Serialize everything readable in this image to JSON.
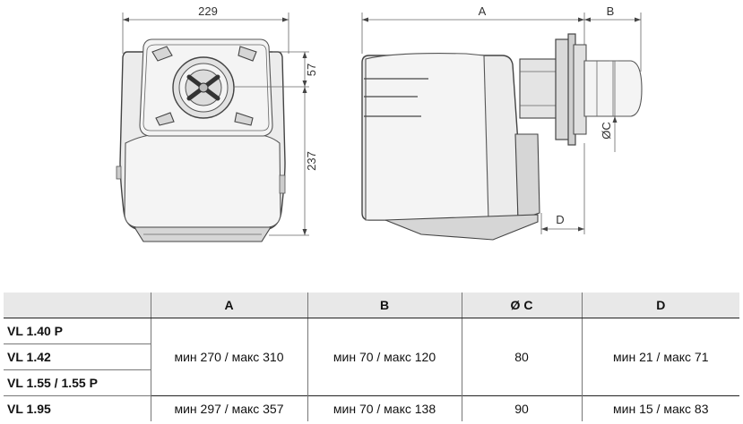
{
  "dimensions": {
    "width_top": "229",
    "height_upper": "57",
    "height_total": "237",
    "label_a": "A",
    "label_b": "B",
    "label_c": "ØC",
    "label_d": "D"
  },
  "table": {
    "headers": [
      "",
      "A",
      "B",
      "Ø C",
      "D"
    ],
    "groups": [
      {
        "models": [
          "VL 1.40 P",
          "VL 1.42",
          "VL 1.55 / 1.55 P"
        ],
        "a": "мин 270 / макс 310",
        "b": "мин 70 / макс 120",
        "c": "80",
        "d": "мин 21 / макс 71"
      },
      {
        "models": [
          "VL 1.95"
        ],
        "a": "мин 297 / макс 357",
        "b": "мин 70 / макс 138",
        "c": "90",
        "d": "мин 15 / макс 83"
      }
    ]
  }
}
